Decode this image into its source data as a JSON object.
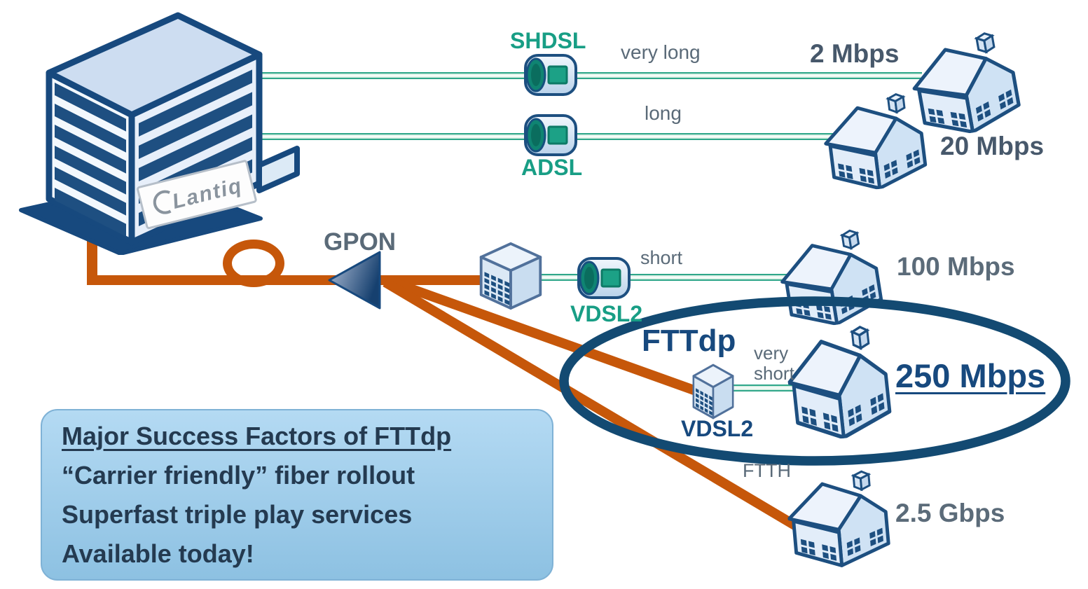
{
  "diagram": {
    "central_office": {
      "logo": "Lantiq"
    },
    "gpon_label": "GPON",
    "links": [
      {
        "tech": "SHDSL",
        "distance": "very long",
        "speed": "2 Mbps"
      },
      {
        "tech": "ADSL",
        "distance": "long",
        "speed": "20 Mbps"
      },
      {
        "tech": "VDSL2",
        "distance": "short",
        "speed": "100 Mbps"
      },
      {
        "tech": "VDSL2",
        "distance": "very short",
        "speed": "250 Mbps",
        "zone": "FTTdp"
      },
      {
        "tech": "FTTH",
        "distance": "",
        "speed": "2.5 Gbps"
      }
    ],
    "info_box": {
      "title": "Major Success Factors of FTTdp",
      "lines": [
        "“Carrier friendly” fiber rollout",
        "Superfast triple play services",
        "Available today!"
      ]
    },
    "colors": {
      "fiber_orange": "#c6570a",
      "copper_teal": "#2fa78a",
      "navy": "#17497e",
      "ellipse_navy": "#134a72",
      "label_gray": "#5a6a78"
    }
  }
}
